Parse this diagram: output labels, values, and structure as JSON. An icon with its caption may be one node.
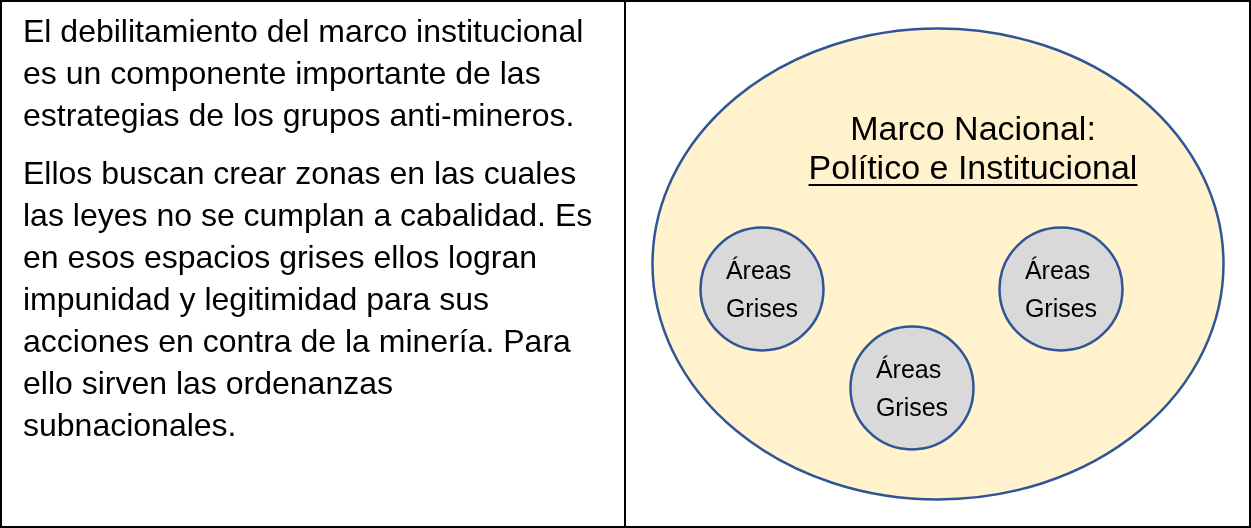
{
  "diagram": {
    "nodes": [
      {
        "text": [
          "El debilitamiento del marco institucional es un componente importante de las estrategias de los grupos anti-mineros.",
          "Ellos buscan crear zonas en las cuales las leyes no se cumplan a cabalidad. Es en esos espacios grises ellos logran impunidad y legitimidad para sus acciones en contra de la minería. Para ello sirven las ordenanzas subnacionales."
        ]
      },
      {
        "text": [],
        "shape": "box"
      },
      {
        "text": [
          "Marco Nacional:",
          "Político e Institucional"
        ],
        "in": 1
      },
      {
        "text": [
          "Áreas Grises"
        ],
        "in": 2
      },
      {
        "text": [
          "Áreas Grises"
        ],
        "in": 2
      },
      {
        "text": [
          "Áreas Grises"
        ],
        "in": 2
      }
    ]
  }
}
